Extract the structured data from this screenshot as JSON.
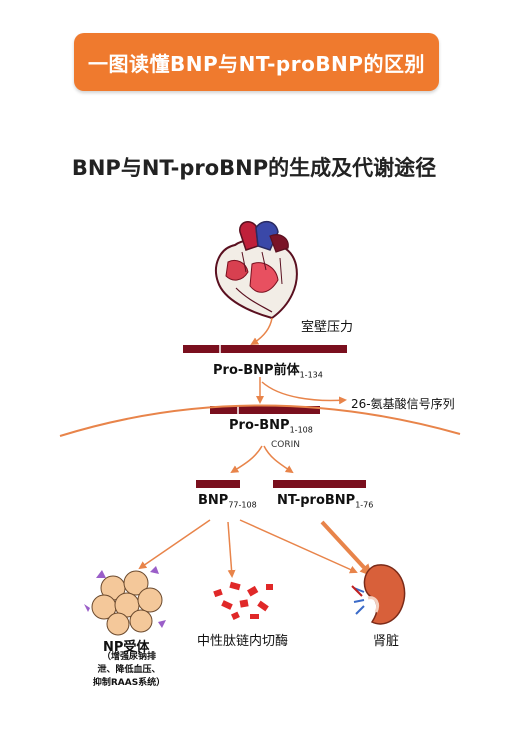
{
  "banner_title": "一图读懂BNP与NT-proBNP的区别",
  "subtitle": "BNP与NT-proBNP的生成及代谢途径",
  "nodes": {
    "wall_stress": "室壁压力",
    "pro_bnp_precursor": "Pro-BNP前体",
    "pro_bnp_precursor_sub": "1-134",
    "signal_sequence": "26-氨基酸信号序列",
    "pro_bnp": "Pro-BNP",
    "pro_bnp_sub": "1-108",
    "corin": "CORIN",
    "bnp": "BNP",
    "bnp_sub": "77-108",
    "nt_probnp": "NT-proBNP",
    "nt_probnp_sub": "1-76",
    "np_receptor": "NP受体",
    "np_receptor_effects": [
      "（增强尿钠排",
      "泄、降低血压、",
      "抑制RAAS系统）"
    ],
    "neutral_endopeptidase": "中性肽链内切酶",
    "kidney": "肾脏"
  },
  "colors": {
    "banner": "#ef7a2e",
    "bar": "#7a0f1e",
    "arrow": "#e8844a"
  }
}
